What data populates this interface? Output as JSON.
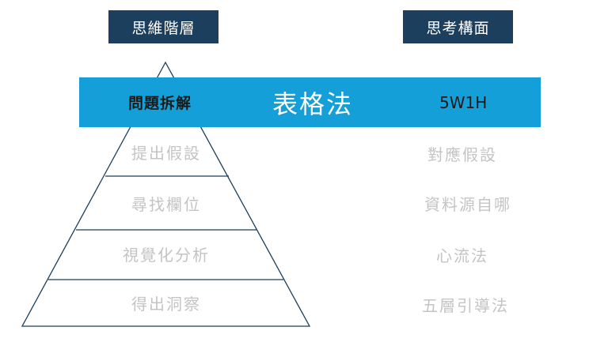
{
  "headers": {
    "left": "思維階層",
    "right": "思考構面"
  },
  "banner": {
    "left": "問題拆解",
    "center": "表格法",
    "right": "5W1H"
  },
  "levels": [
    {
      "left": "提出假設",
      "right": "對應假設"
    },
    {
      "left": "尋找欄位",
      "right": "資料源自哪"
    },
    {
      "left": "視覺化分析",
      "right": "心流法"
    },
    {
      "left": "得出洞察",
      "right": "五層引導法"
    }
  ],
  "colors": {
    "header_bg": "#1b3f5c",
    "banner_bg": "#159fd8",
    "line": "#1b3f5c",
    "muted_text": "#c4c4c4"
  }
}
